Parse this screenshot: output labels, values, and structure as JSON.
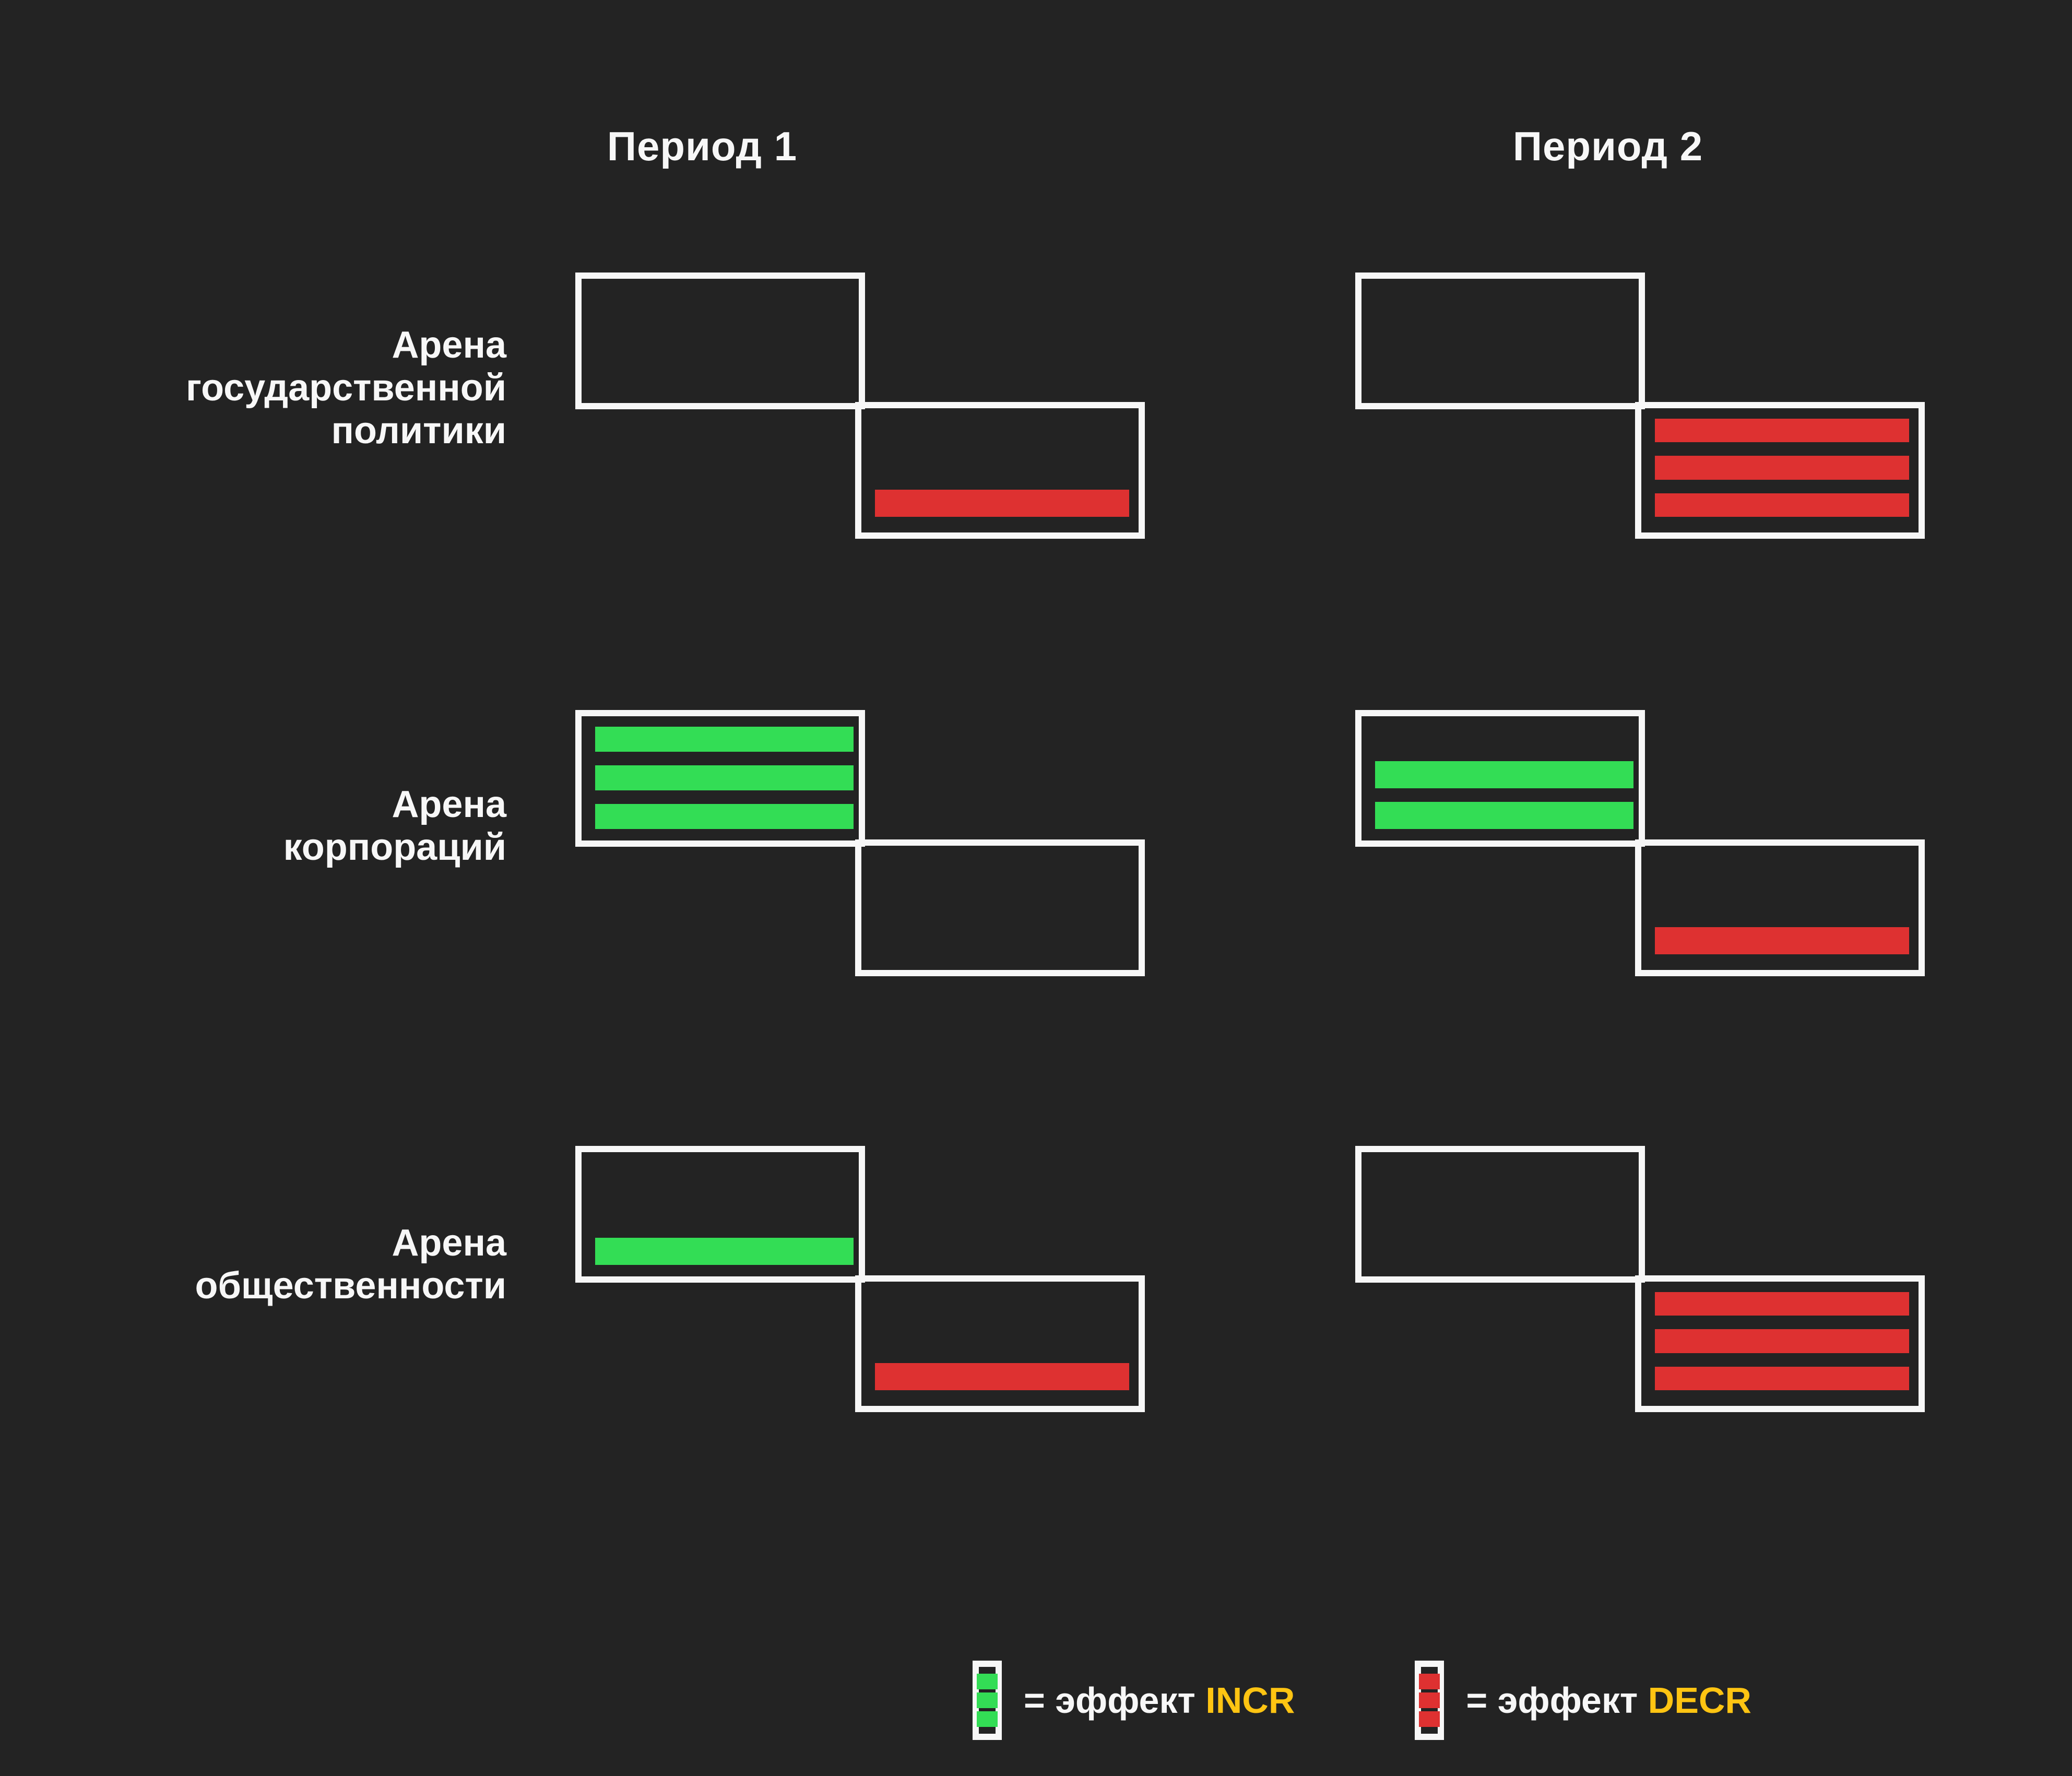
{
  "background_color": "#232323",
  "accent_colors": {
    "incr": "#33dd55",
    "decr": "#de3131",
    "keyword": "#ffc412",
    "outline": "#f7f7f7"
  },
  "columns": [
    {
      "id": "period-1",
      "label": "Период 1"
    },
    {
      "id": "период-2",
      "label": "Период 2"
    }
  ],
  "rows": [
    {
      "id": "state-policy-arena",
      "label": "Арена\nгосударственной\nполитики"
    },
    {
      "id": "corporations-arena",
      "label": "Арена\nкорпораций"
    },
    {
      "id": "public-arena",
      "label": "Арена\nобщественности"
    }
  ],
  "legend": {
    "equals": "=",
    "items": [
      {
        "id": "incr",
        "prefix": "= эффект ",
        "keyword": "INCR",
        "color": "#33dd55",
        "bars": 3
      },
      {
        "id": "decr",
        "prefix": "= эффект ",
        "keyword": "DECR",
        "color": "#de3131",
        "bars": 3
      }
    ]
  },
  "chart_data": {
    "type": "table",
    "title": "",
    "xlabel": "",
    "ylabel": "",
    "categories": [
      "Период 1",
      "Период 2"
    ],
    "row_categories": [
      "Арена государственной политики",
      "Арена корпораций",
      "Арена общественности"
    ],
    "value_unit": "effect-bars",
    "legend": [
      "эффект INCR",
      "эффект DECR"
    ],
    "legend_position": "bottom-center",
    "grid": false,
    "series": [
      {
        "name": "эффект INCR",
        "color": "#33dd55",
        "values": [
          [
            0,
            0
          ],
          [
            3,
            2
          ],
          [
            1,
            0
          ]
        ]
      },
      {
        "name": "эффект DECR",
        "color": "#de3131",
        "values": [
          [
            1,
            3
          ],
          [
            0,
            1
          ],
          [
            1,
            3
          ]
        ]
      }
    ],
    "cells": [
      {
        "row": "Арена государственной политики",
        "column": "Период 1",
        "incr": 0,
        "decr": 1
      },
      {
        "row": "Арена государственной политики",
        "column": "Период 2",
        "incr": 0,
        "decr": 3
      },
      {
        "row": "Арена корпораций",
        "column": "Период 1",
        "incr": 3,
        "decr": 0
      },
      {
        "row": "Арена корпораций",
        "column": "Период 2",
        "incr": 2,
        "decr": 1
      },
      {
        "row": "Арена общественности",
        "column": "Период 1",
        "incr": 1,
        "decr": 1
      },
      {
        "row": "Арена общественности",
        "column": "Период 2",
        "incr": 0,
        "decr": 3
      }
    ]
  }
}
